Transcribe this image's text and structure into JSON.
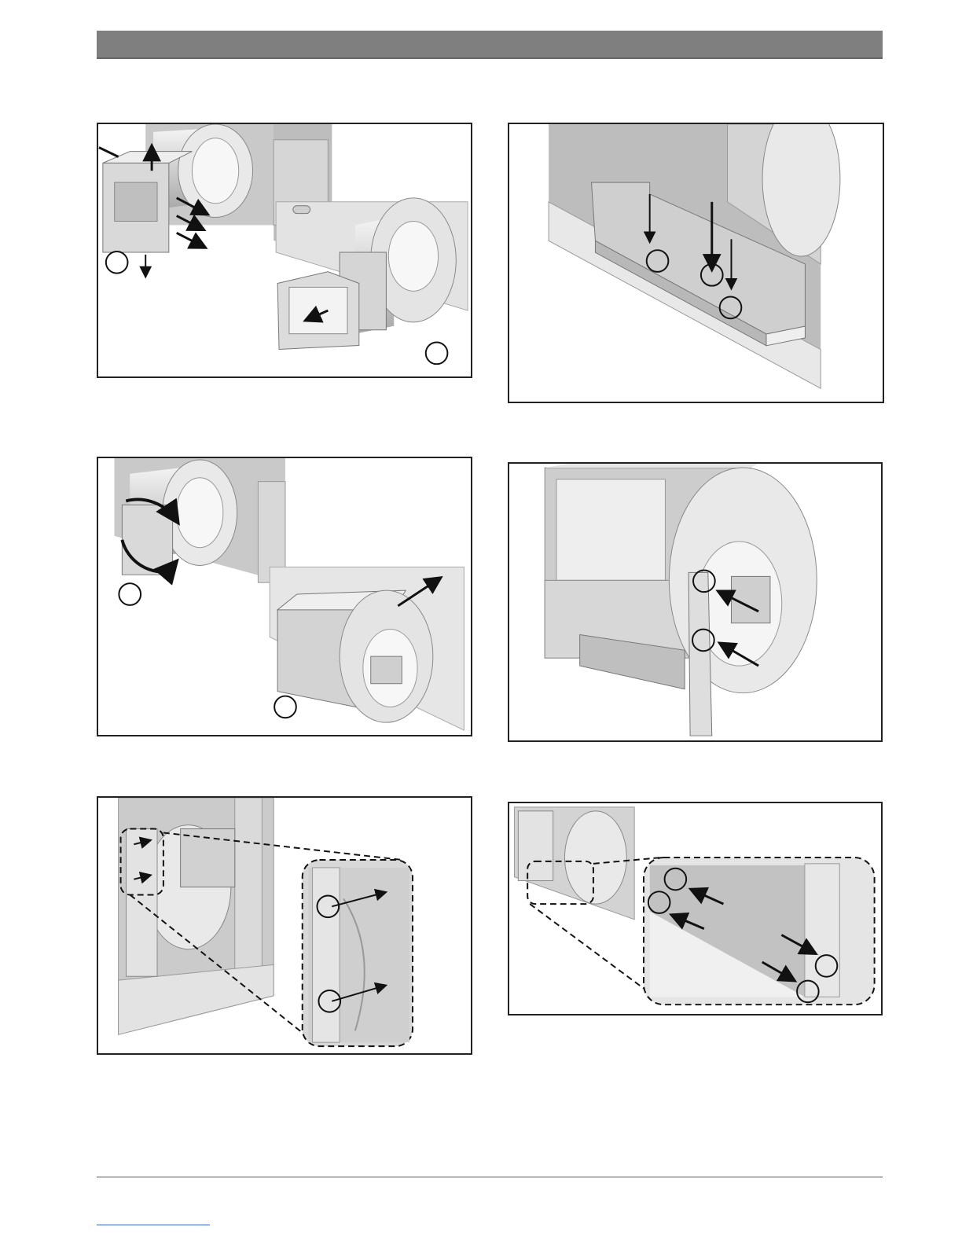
{
  "document": {
    "figures": [
      {
        "id": "panel-1",
        "callouts": 2,
        "arrows": 6
      },
      {
        "id": "panel-2",
        "callouts": 3,
        "arrows": 3
      },
      {
        "id": "panel-3",
        "callouts": 2,
        "arrows": 4
      },
      {
        "id": "panel-4",
        "callouts": 2,
        "arrows": 2
      },
      {
        "id": "panel-5",
        "callouts": 2,
        "arrows": 3
      },
      {
        "id": "panel-6",
        "callouts": 4,
        "arrows": 4
      }
    ]
  },
  "colors": {
    "header_bar": "#7f7f7f",
    "metal_light": "#e6e6e6",
    "metal_mid": "#c8c8c8",
    "metal_dark": "#9a9a9a",
    "line": "#111111"
  }
}
